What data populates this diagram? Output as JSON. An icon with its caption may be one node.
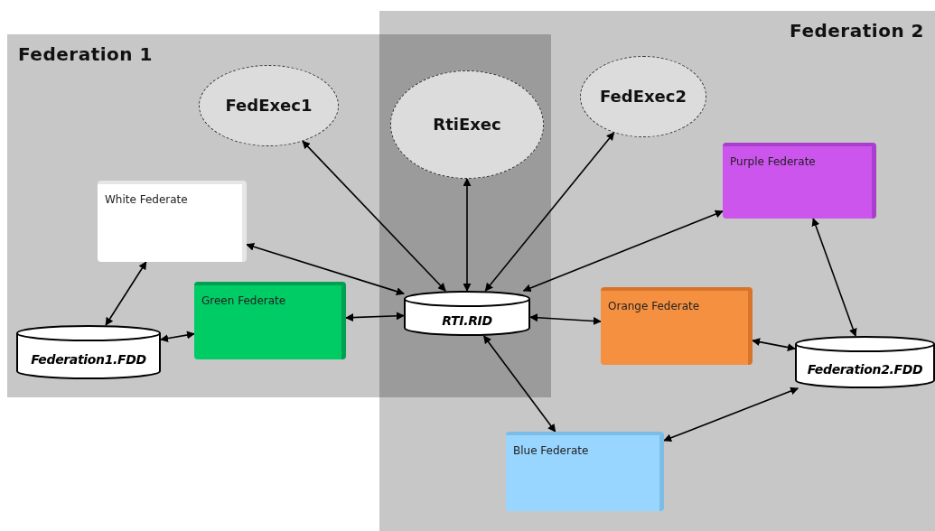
{
  "diagram": {
    "nodes": [
      {
        "text": [
          "Federation 1"
        ]
      },
      {
        "text": [
          "Federation 2"
        ]
      },
      {
        "text": [
          "FedExec1"
        ],
        "in": 0
      },
      {
        "text": [
          "RtiExec"
        ]
      },
      {
        "text": [
          "FedExec2"
        ],
        "in": 1
      },
      {
        "text": [
          "White Federate"
        ],
        "in": 0
      },
      {
        "text": [
          "Purple Federate"
        ],
        "in": 1
      },
      {
        "text": [
          "Green Federate"
        ],
        "in": 0
      },
      {
        "text": [
          "RTI.RID"
        ]
      },
      {
        "text": [
          "Orange Federate"
        ],
        "in": 1
      },
      {
        "text": [
          "Federation1.FDD"
        ],
        "in": 0
      },
      {
        "text": [
          "Federation2.FDD"
        ],
        "in": 1
      },
      {
        "text": [
          "Blue Federate"
        ],
        "in": 1
      }
    ],
    "edges": [
      {
        "from": 2,
        "to": 8,
        "arrow": "both"
      },
      {
        "from": 3,
        "to": 8,
        "arrow": "both"
      },
      {
        "from": 4,
        "to": 8,
        "arrow": "both"
      },
      {
        "from": 5,
        "to": 8,
        "arrow": "both"
      },
      {
        "from": 6,
        "to": 8,
        "arrow": "both"
      },
      {
        "from": 7,
        "to": 8,
        "arrow": "both"
      },
      {
        "from": 9,
        "to": 8,
        "arrow": "both"
      },
      {
        "from": 12,
        "to": 8,
        "arrow": "both"
      },
      {
        "from": 10,
        "to": 5,
        "arrow": "both"
      },
      {
        "from": 10,
        "to": 7,
        "arrow": "both"
      },
      {
        "from": 6,
        "to": 11,
        "arrow": "both"
      },
      {
        "from": 11,
        "to": 9,
        "arrow": "both"
      },
      {
        "from": 11,
        "to": 12,
        "arrow": "both"
      }
    ]
  }
}
